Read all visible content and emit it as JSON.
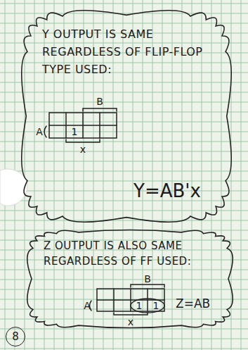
{
  "diagram": {
    "nodes": [
      {
        "text": [
          "Y OUTPUT IS SAME REGARDLESS OF FLIP-FLOP TYPE USED:",
          "Y=AB'x"
        ]
      },
      {
        "text": [
          "Z OUTPUT IS ALSO SAME REGARDLESS OF FF USED:",
          "Z=AB"
        ]
      },
      {
        "text": [
          "8"
        ]
      }
    ],
    "labels": [
      "B",
      "A",
      "1",
      "x",
      "B",
      "A",
      "1",
      "1",
      "x"
    ]
  }
}
